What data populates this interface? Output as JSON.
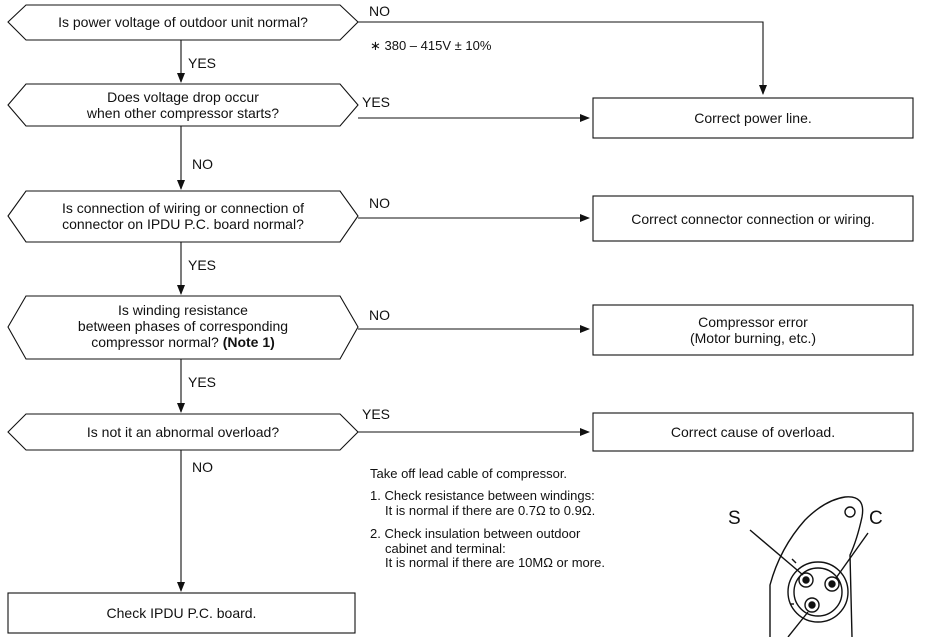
{
  "decisions": [
    {
      "id": "d1",
      "lines": [
        "Is power voltage of outdoor unit normal?"
      ]
    },
    {
      "id": "d2",
      "lines": [
        "Does voltage drop occur",
        "when other compressor starts?"
      ]
    },
    {
      "id": "d3",
      "lines": [
        "Is connection of wiring or connection of",
        "connector on IPDU P.C. board normal?"
      ]
    },
    {
      "id": "d4",
      "lines": [
        "Is winding resistance",
        "between phases of corresponding",
        "compressor normal?"
      ],
      "bold_suffix": "(Note 1)"
    },
    {
      "id": "d5",
      "lines": [
        "Is not it an abnormal overload?"
      ]
    }
  ],
  "actions": [
    {
      "id": "a1",
      "lines": [
        "Correct power line."
      ]
    },
    {
      "id": "a2",
      "lines": [
        "Correct connector connection or wiring."
      ]
    },
    {
      "id": "a3",
      "lines": [
        "Compressor error",
        "(Motor burning, etc.)"
      ]
    },
    {
      "id": "a4",
      "lines": [
        "Correct cause of overload."
      ]
    },
    {
      "id": "a5",
      "lines": [
        "Check IPDU P.C. board."
      ]
    }
  ],
  "labels": {
    "d1_right": "NO",
    "d1_down": "YES",
    "d2_right": "YES",
    "d2_down": "NO",
    "d3_right": "NO",
    "d3_down": "YES",
    "d4_right": "NO",
    "d4_down": "YES",
    "d5_right": "YES",
    "d5_down": "NO"
  },
  "voltage_note": "∗ 380 – 415V ± 10%",
  "note": {
    "intro": "Take off lead cable of compressor.",
    "items": [
      {
        "num": "1.",
        "lines": [
          "Check resistance between windings:",
          "It is normal if there are 0.7Ω to 0.9Ω."
        ]
      },
      {
        "num": "2.",
        "lines": [
          "Check insulation between outdoor",
          "cabinet and terminal:",
          "It is normal if there are 10MΩ or more."
        ]
      }
    ]
  },
  "terminal_labels": {
    "s": "S",
    "c": "C"
  }
}
